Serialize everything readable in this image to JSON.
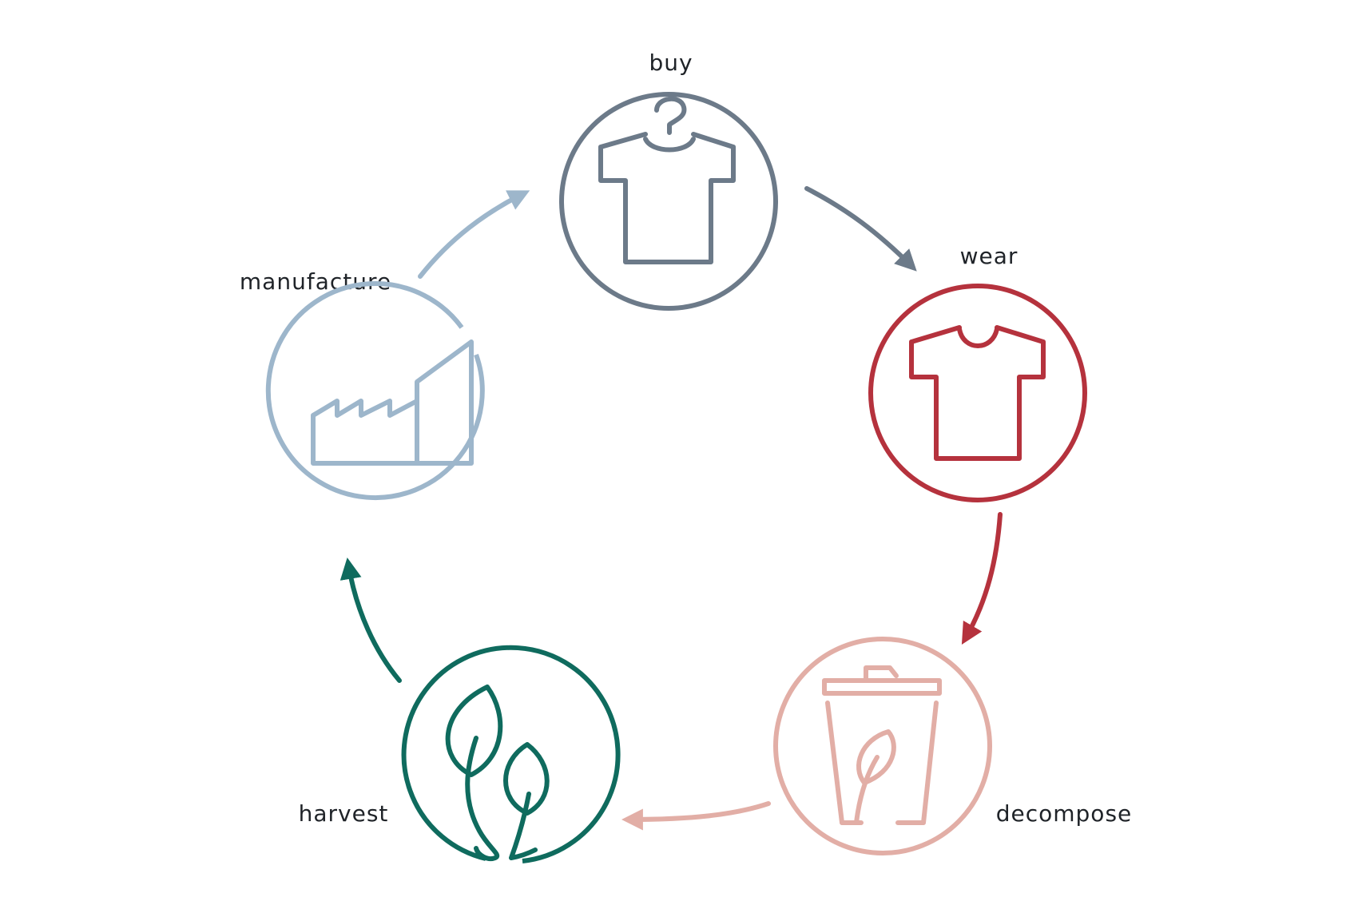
{
  "stages": {
    "buy": {
      "label": "buy",
      "icon": "shirt-on-hanger-icon",
      "color": "#6c7a89"
    },
    "wear": {
      "label": "wear",
      "icon": "t-shirt-icon",
      "color": "#b5323d"
    },
    "decompose": {
      "label": "decompose",
      "icon": "compost-bin-icon",
      "color": "#e2aea6"
    },
    "harvest": {
      "label": "harvest",
      "icon": "sprouting-leaves-icon",
      "color": "#0f6b5e"
    },
    "manufacture": {
      "label": "manufacture",
      "icon": "factory-icon",
      "color": "#9db6cb"
    }
  }
}
